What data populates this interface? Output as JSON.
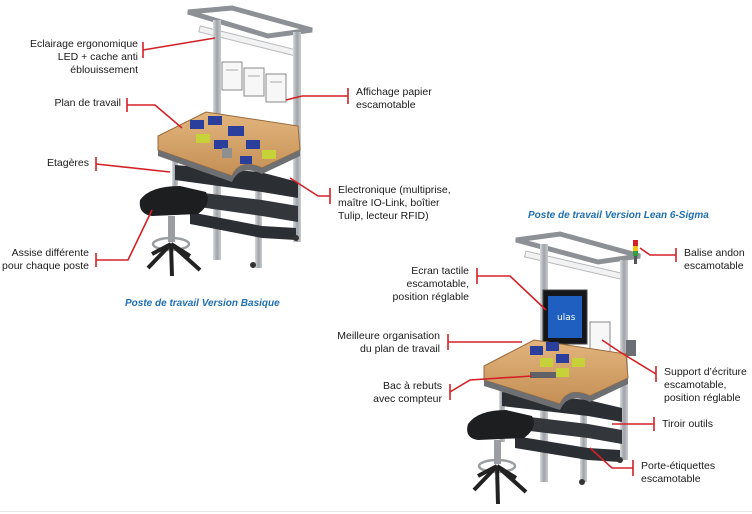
{
  "accent_color": "#d32027",
  "caption_color": "#1f6fb2",
  "station_basic": {
    "caption": "Poste de travail Version Basique",
    "labels": [
      "Eclairage ergonomique\nLED + cache anti\néblouissement",
      "Plan de travail",
      "Etagères",
      "Assise différente\npour chaque poste",
      "Affichage papier\nescamotable",
      "Electronique (multiprise,\nmaître IO-Link, boîtier\nTulip, lecteur RFID)"
    ]
  },
  "station_lean": {
    "caption": "Poste de travail Version Lean 6-Sigma",
    "labels": [
      "Ecran tactile\nescamotable,\nposition réglable",
      "Meilleure organisation\ndu plan de travail",
      "Bac à rebuts\navec compteur",
      "Balise andon\nescamotable",
      "Support d’écriture\nescamotable,\nposition réglable",
      "Tiroir outils",
      "Porte-étiquettes\nescamotable"
    ]
  }
}
